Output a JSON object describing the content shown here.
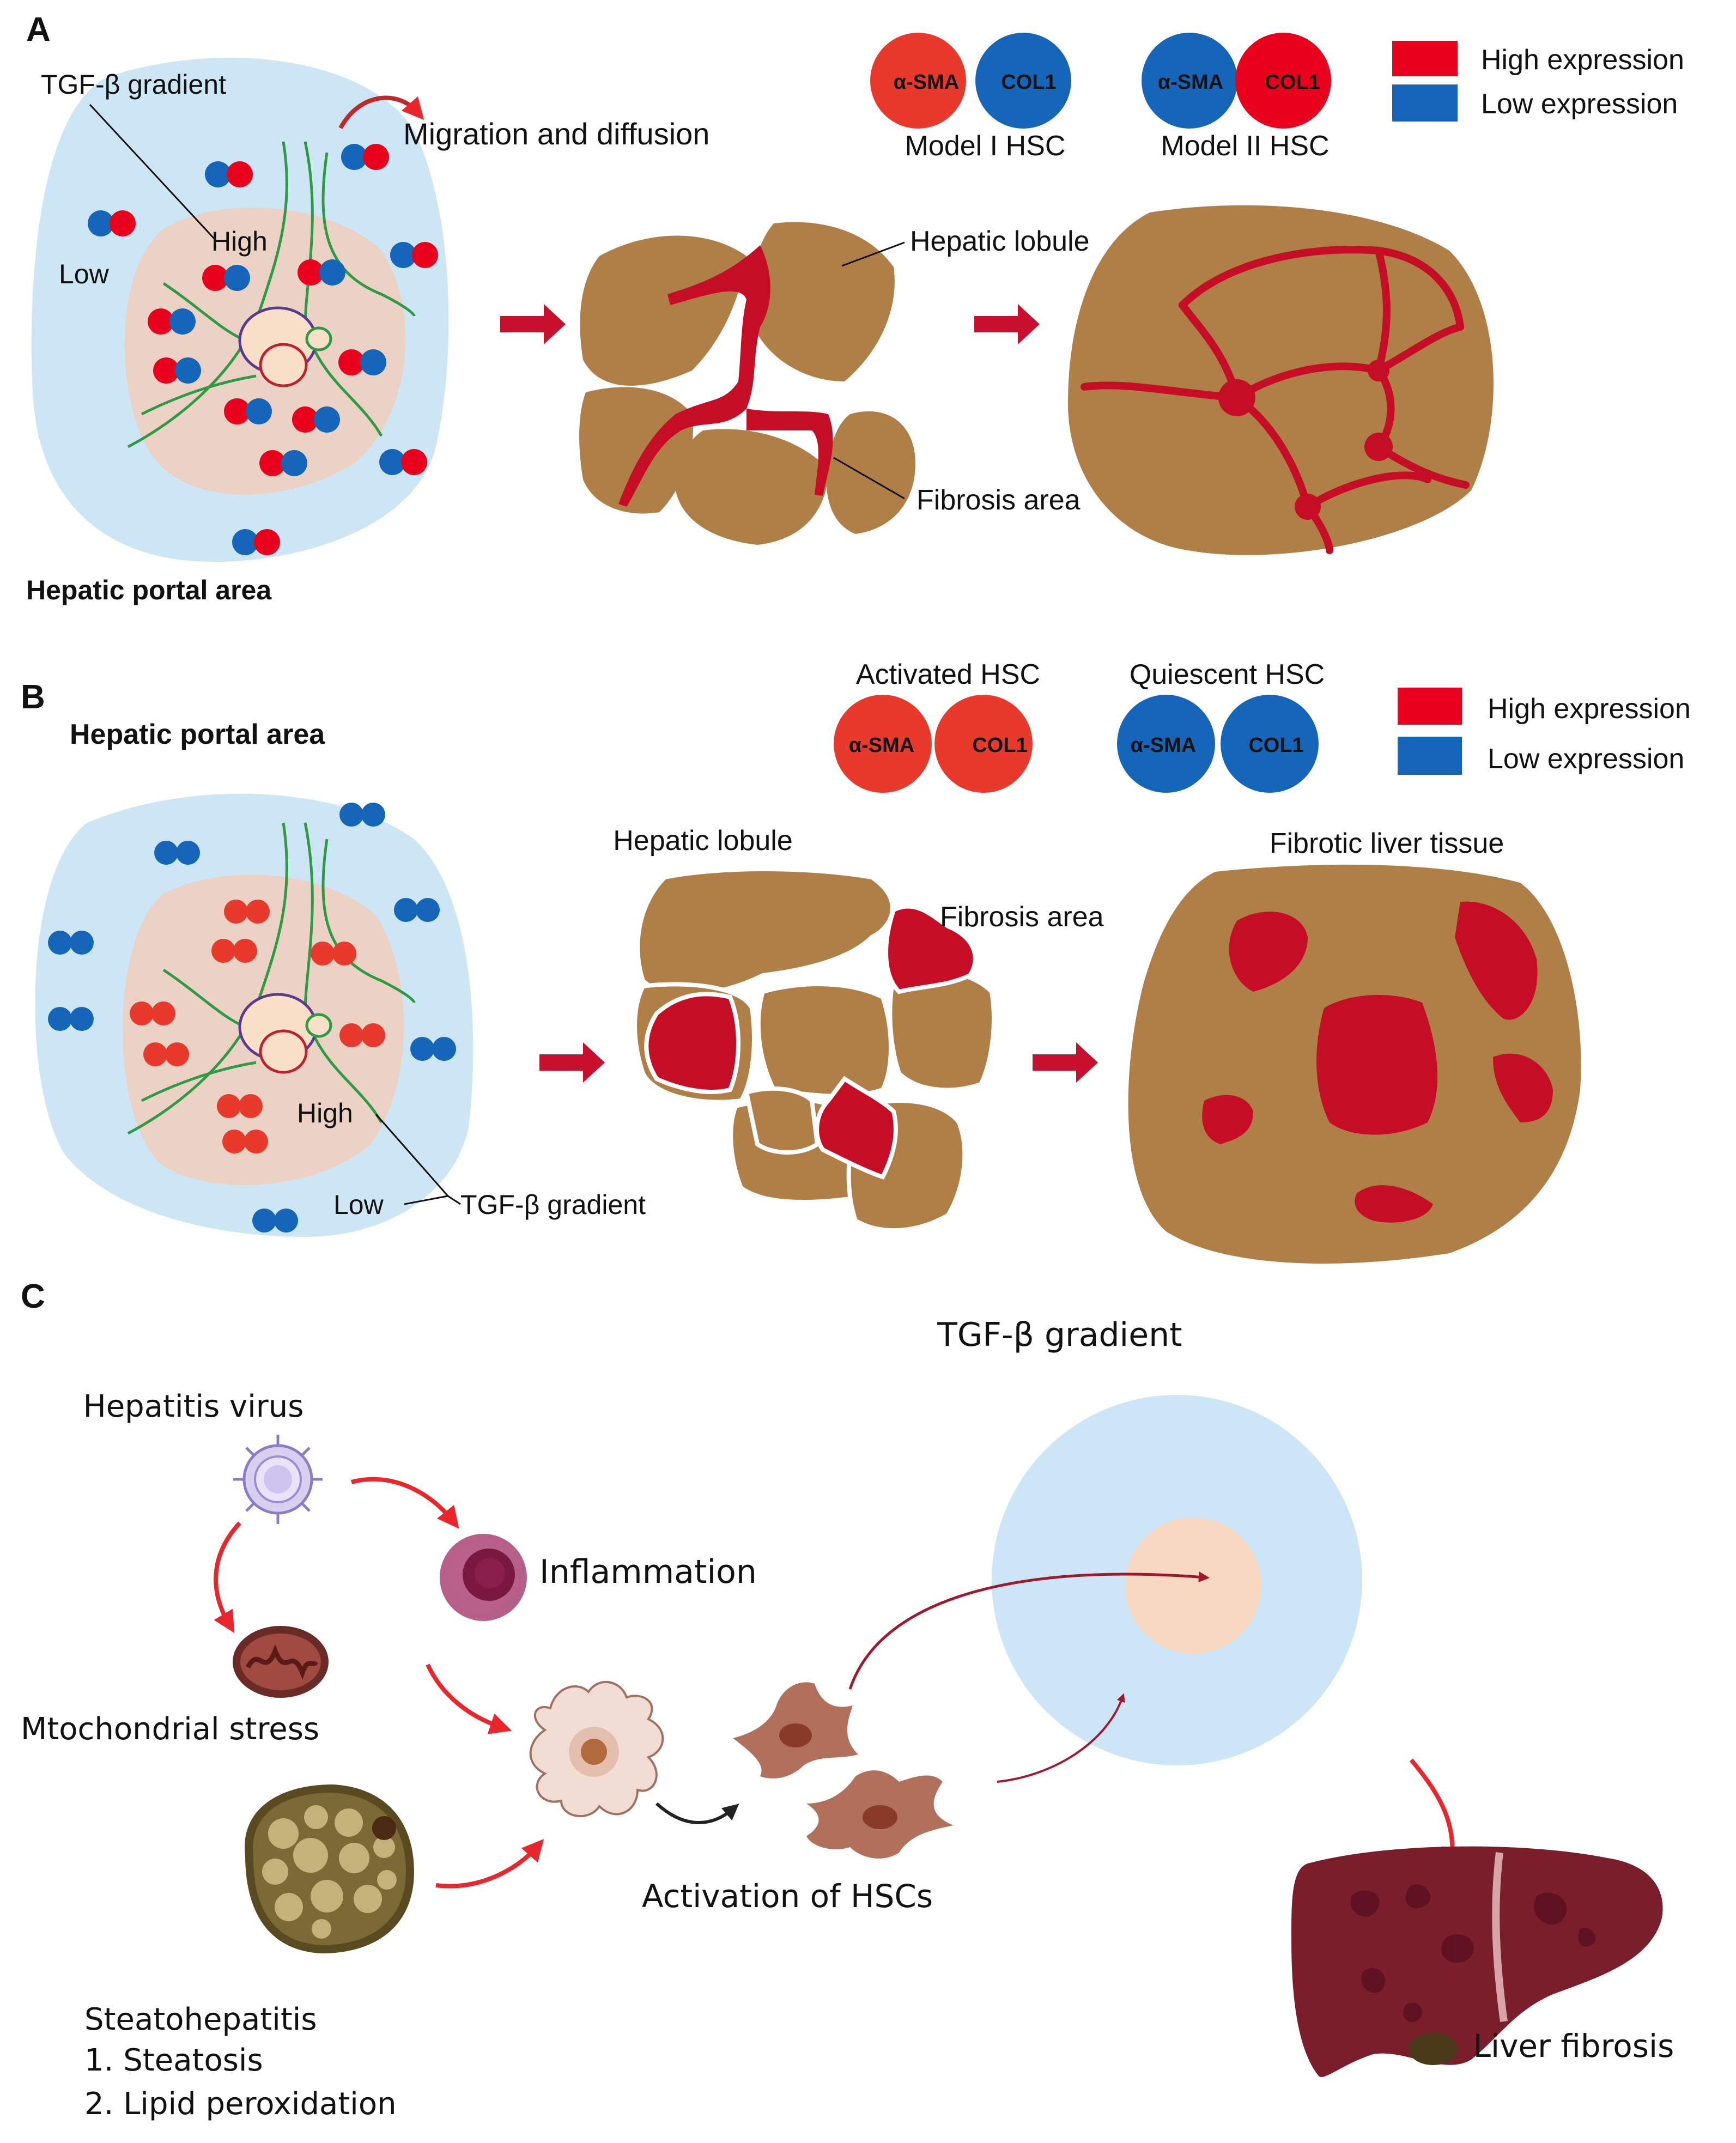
{
  "colors": {
    "high": "#e8001d",
    "low": "#1565b8",
    "fibrosis": "#c50d26",
    "tissue": "#b07f47",
    "portal_outer": "#cde6f6",
    "portal_inner": "#ecd2c4",
    "vessel_green": "#2e9a44",
    "arrow_red": "#c8102e",
    "tgf_outer": "#cce6f7",
    "tgf_inner": "#f9d8c2"
  },
  "panel_a": {
    "letter": "A",
    "tgf_label": "TGF-β gradient",
    "high_label": "High",
    "low_label": "Low",
    "portal_label": "Hepatic portal area",
    "migration_label": "Migration and diffusion",
    "lobule_label": "Hepatic lobule",
    "fibrosis_label": "Fibrosis area",
    "cell_left": "α-SMA",
    "cell_right": "COL1",
    "model1_label": "Model I HSC",
    "model2_label": "Model II HSC",
    "legend_high": "High expression",
    "legend_low": "Low expression"
  },
  "panel_b": {
    "letter": "B",
    "portal_label": "Hepatic portal area",
    "activated_label": "Activated HSC",
    "quiescent_label": "Quiescent HSC",
    "cell_left": "α-SMA",
    "cell_right": "COL1",
    "legend_high": "High expression",
    "legend_low": "Low expression",
    "lobule_label": "Hepatic lobule",
    "fibrosis_label": "Fibrosis area",
    "fibrotic_label": "Fibrotic liver tissue",
    "high_label": "High",
    "low_label": "Low",
    "tgf_label": "TGF-β gradient"
  },
  "panel_c": {
    "letter": "C",
    "virus_label": "Hepatitis virus",
    "inflammation_label": "Inflammation",
    "mito_label": "Mtochondrial stress",
    "steato_title": "Steatohepatitis",
    "steato_item1": "1. Steatosis",
    "steato_item2": "2. Lipid peroxidation",
    "activation_label": "Activation of HSCs",
    "tgf_label": "TGF-β gradient",
    "liver_label": "Liver fibrosis"
  }
}
